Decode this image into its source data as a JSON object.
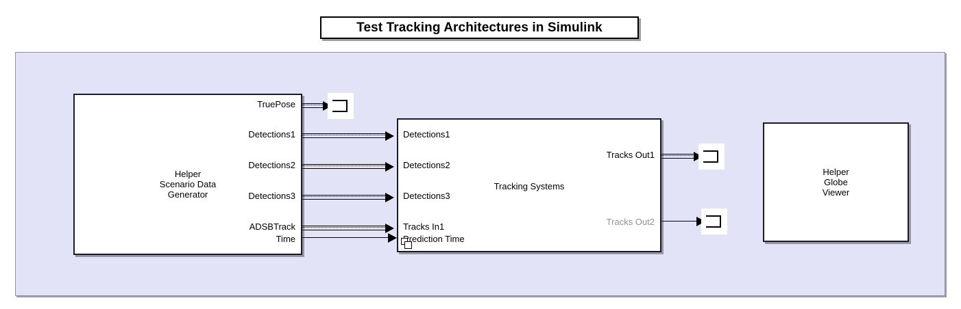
{
  "title": {
    "text": "Test Tracking Architectures in Simulink"
  },
  "canvas": {
    "background_color": "#e3e3f8",
    "border_color": "#8f8fa5"
  },
  "blocks": {
    "scenario_generator": {
      "label": "Helper\nScenario Data\nGenerator",
      "output_ports": [
        {
          "name": "TruePose",
          "signal": "bus"
        },
        {
          "name": "Detections1",
          "signal": "bus"
        },
        {
          "name": "Detections2",
          "signal": "bus"
        },
        {
          "name": "Detections3",
          "signal": "bus"
        },
        {
          "name": "ADSBTrack",
          "signal": "bus"
        },
        {
          "name": "Time",
          "signal": "scalar"
        }
      ]
    },
    "tracking_systems": {
      "label": "Tracking Systems",
      "badge": "variant-subsystem-icon",
      "input_ports": [
        {
          "name": "Detections1",
          "signal": "bus"
        },
        {
          "name": "Detections2",
          "signal": "bus"
        },
        {
          "name": "Detections3",
          "signal": "bus"
        },
        {
          "name": "Tracks In1",
          "signal": "bus"
        },
        {
          "name": "Prediction Time",
          "signal": "scalar"
        }
      ],
      "output_ports": [
        {
          "name": "Tracks Out1",
          "signal": "bus",
          "enabled": true,
          "color": "#000000"
        },
        {
          "name": "Tracks Out2",
          "signal": "scalar",
          "enabled": false,
          "color": "#919191"
        }
      ]
    },
    "globe_viewer": {
      "label": "Helper\nGlobe\nViewer"
    }
  },
  "terminators": [
    {
      "id": "terminator-truepose",
      "source": "TruePose"
    },
    {
      "id": "terminator-tracks-out1",
      "source": "Tracks Out1"
    },
    {
      "id": "terminator-tracks-out2",
      "source": "Tracks Out2"
    }
  ]
}
